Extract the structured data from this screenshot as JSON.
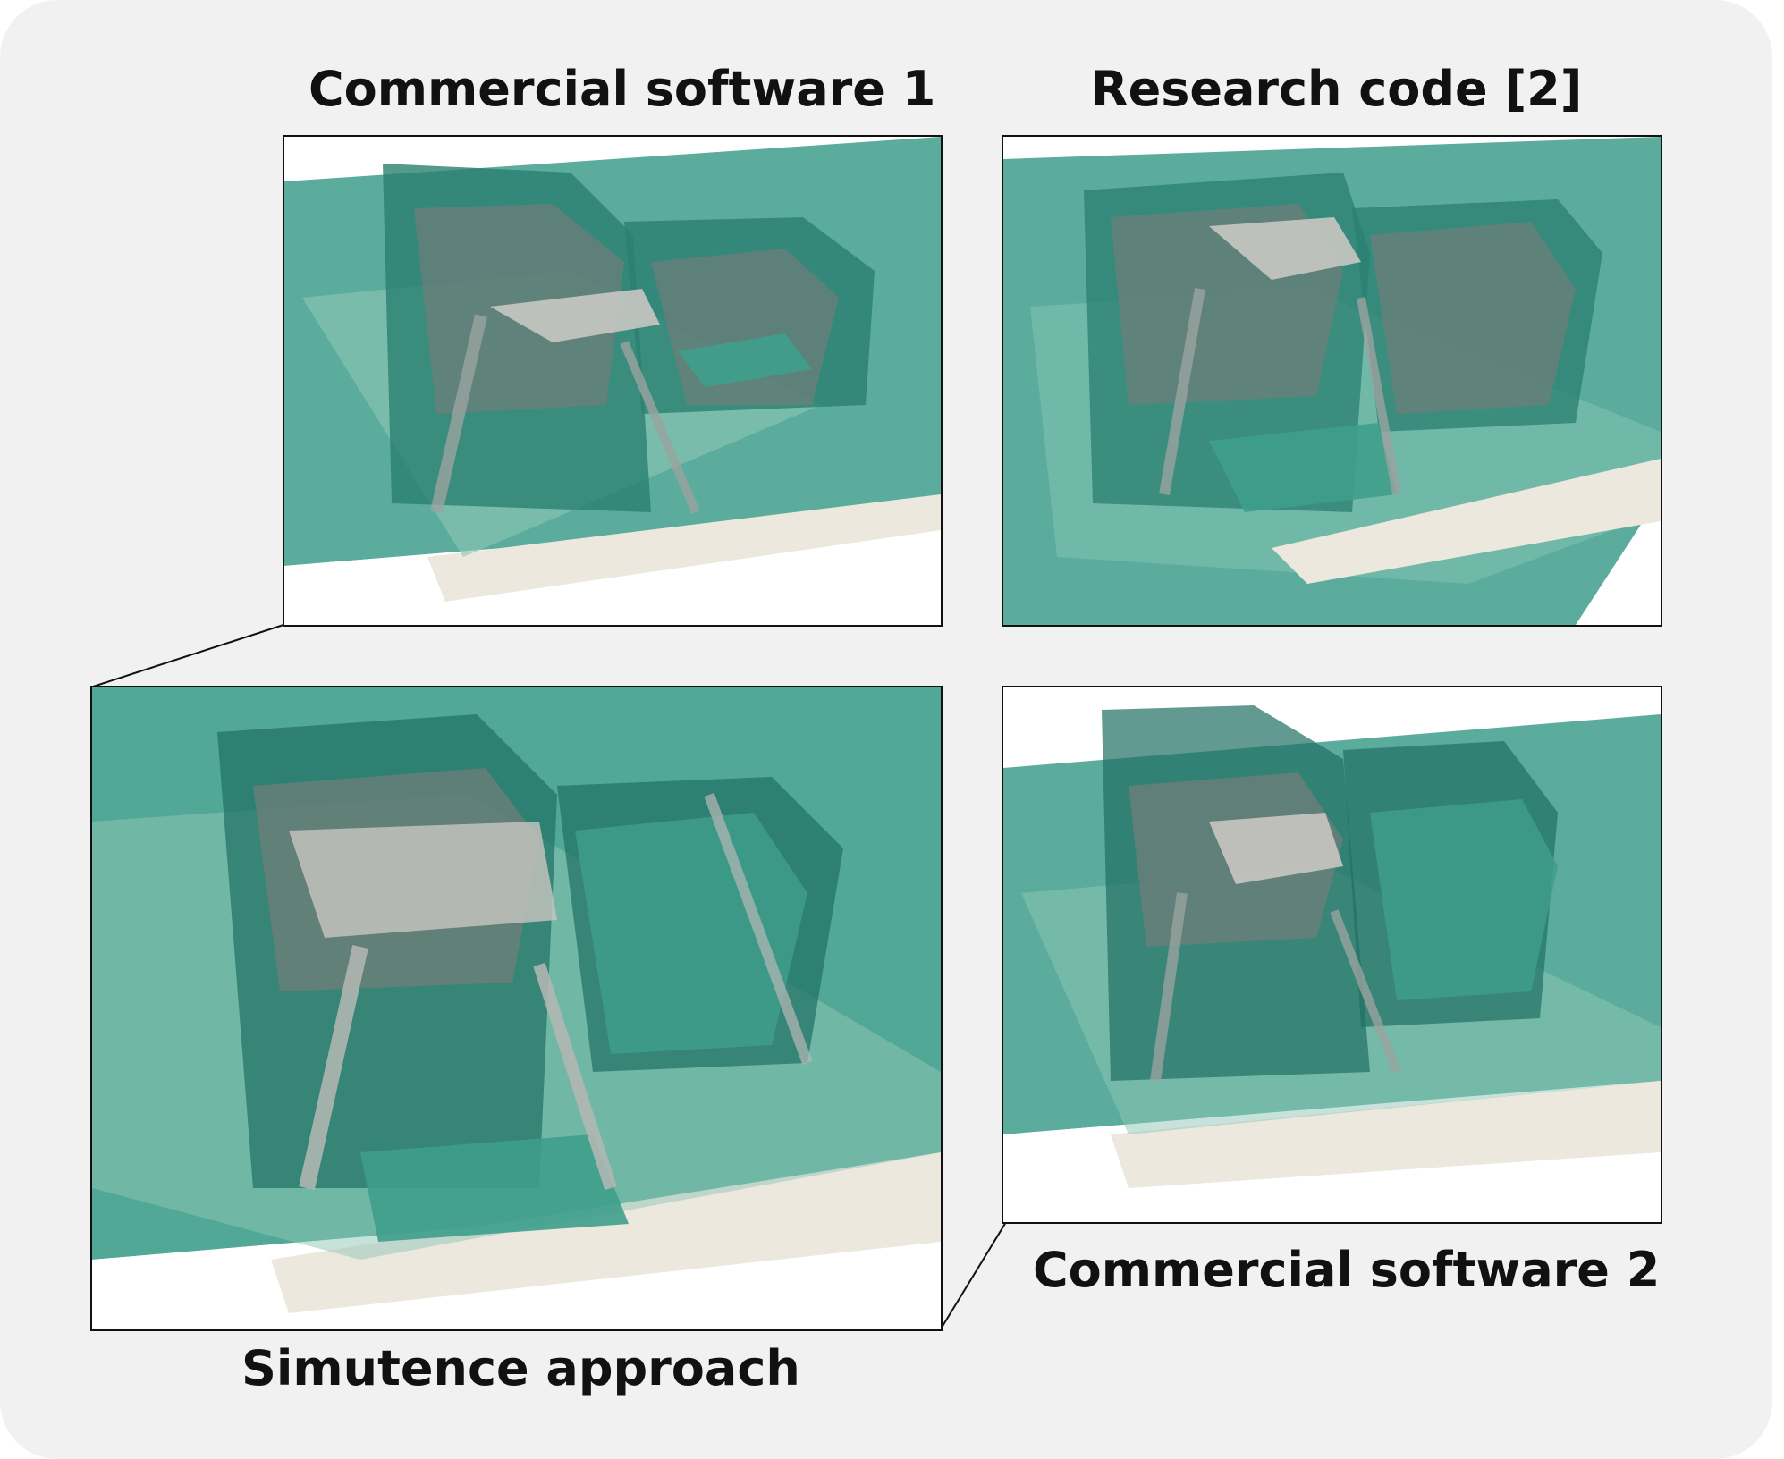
{
  "panels": {
    "commercial_1": {
      "title": "Commercial software 1"
    },
    "research_code": {
      "title": "Research code [2]"
    },
    "simutence": {
      "title": "Simutence approach"
    },
    "commercial_2": {
      "title": "Commercial software 2"
    }
  },
  "colors": {
    "background": "#f1f1f1",
    "tool_teal": "#3e9e8c",
    "tool_teal_dark": "#1f6f62",
    "laminate_cream": "#ece8de",
    "wall_grey": "#6f7f7a"
  }
}
